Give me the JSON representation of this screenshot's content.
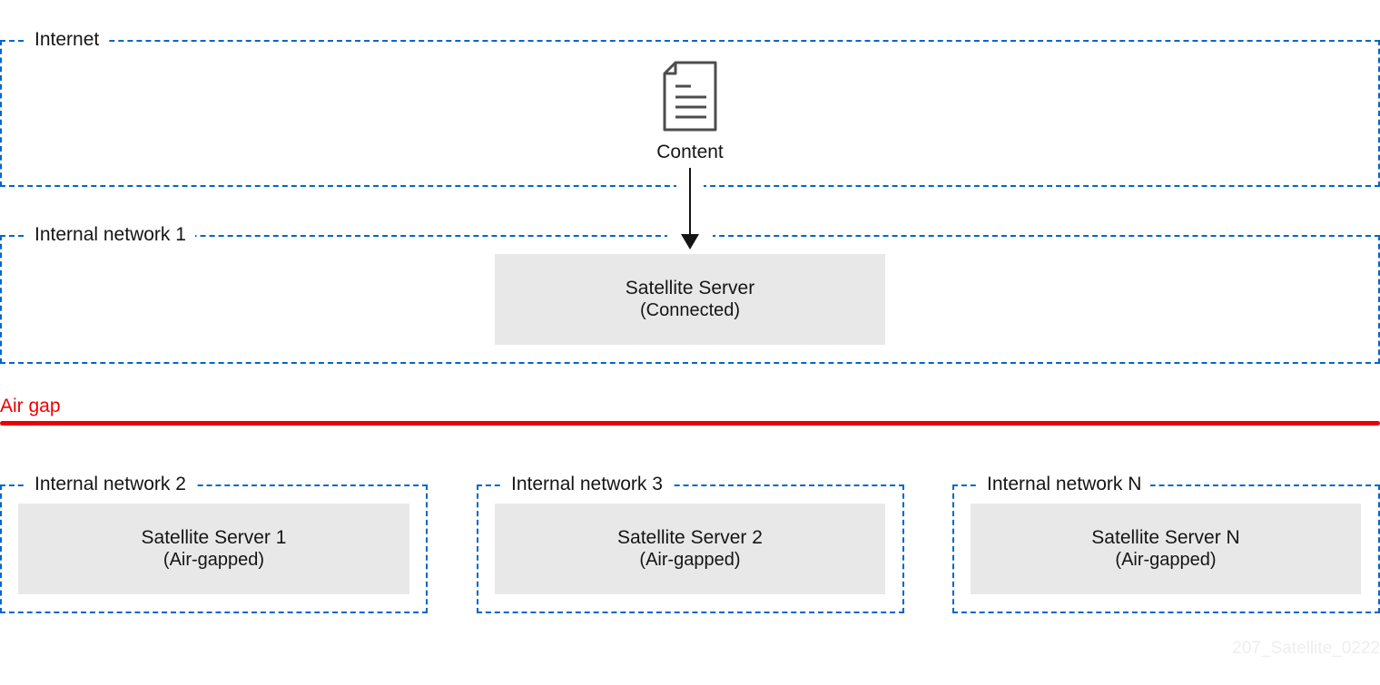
{
  "zones": {
    "internet": {
      "label": "Internet"
    },
    "internal1": {
      "label": "Internal network 1"
    },
    "internal2": {
      "label": "Internal network 2"
    },
    "internal3": {
      "label": "Internal network 3"
    },
    "internalN": {
      "label": "Internal network N"
    }
  },
  "content": {
    "label": "Content",
    "icon": "document-icon"
  },
  "servers": {
    "connected": {
      "name": "Satellite Server",
      "status": "(Connected)"
    },
    "s1": {
      "name": "Satellite Server 1",
      "status": "(Air-gapped)"
    },
    "s2": {
      "name": "Satellite Server 2",
      "status": "(Air-gapped)"
    },
    "sN": {
      "name": "Satellite Server N",
      "status": "(Air-gapped)"
    }
  },
  "airgap": {
    "label": "Air gap",
    "color": "#ee0000"
  },
  "watermark": "207_Satellite_0222",
  "colors": {
    "zone_border": "#0066cc",
    "server_fill": "#e8e8e8"
  }
}
